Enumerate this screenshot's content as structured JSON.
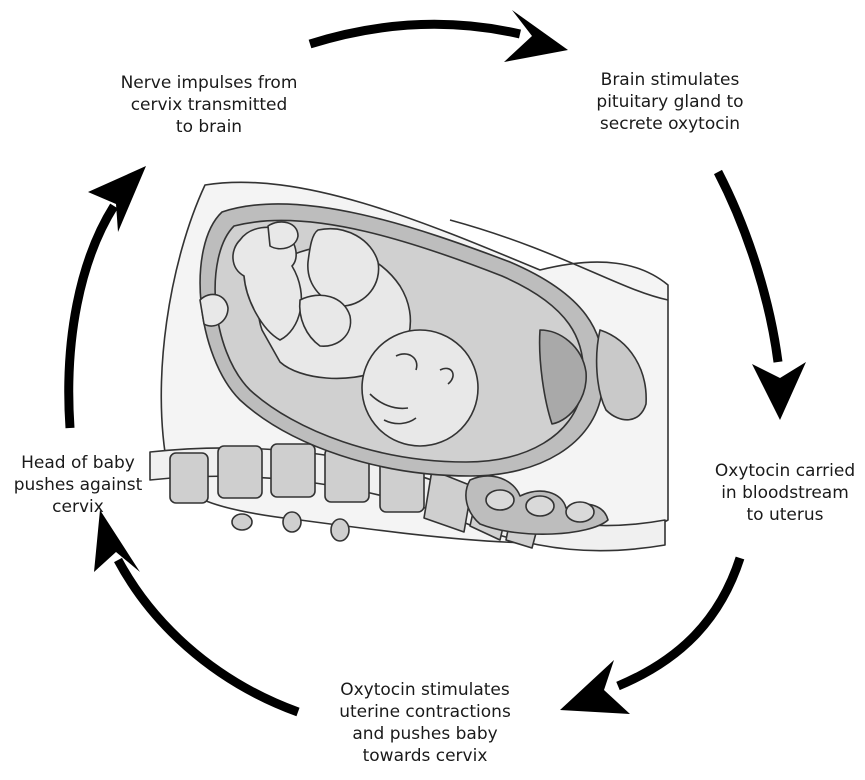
{
  "steps": [
    {
      "id": "nerve",
      "text": "Nerve impulses from\ncervix transmitted\nto brain"
    },
    {
      "id": "pituitary",
      "text": "Brain stimulates\npituitary gland to\nsecrete oxytocin"
    },
    {
      "id": "carried",
      "text": "Oxytocin carried\nin bloodstream\nto uterus"
    },
    {
      "id": "contract",
      "text": "Oxytocin stimulates\nuterine contractions\nand pushes baby\ntowards  cervix"
    },
    {
      "id": "head",
      "text": "Head of baby\npushes against\ncervix"
    }
  ],
  "colors": {
    "arrow": "#000000",
    "outline": "#333333",
    "skin": "#e8e8e8",
    "uterus": "#bdbdbd",
    "fluid": "#d0d0d0",
    "bone": "#cfcfcf",
    "tissue": "#f4f4f4"
  }
}
